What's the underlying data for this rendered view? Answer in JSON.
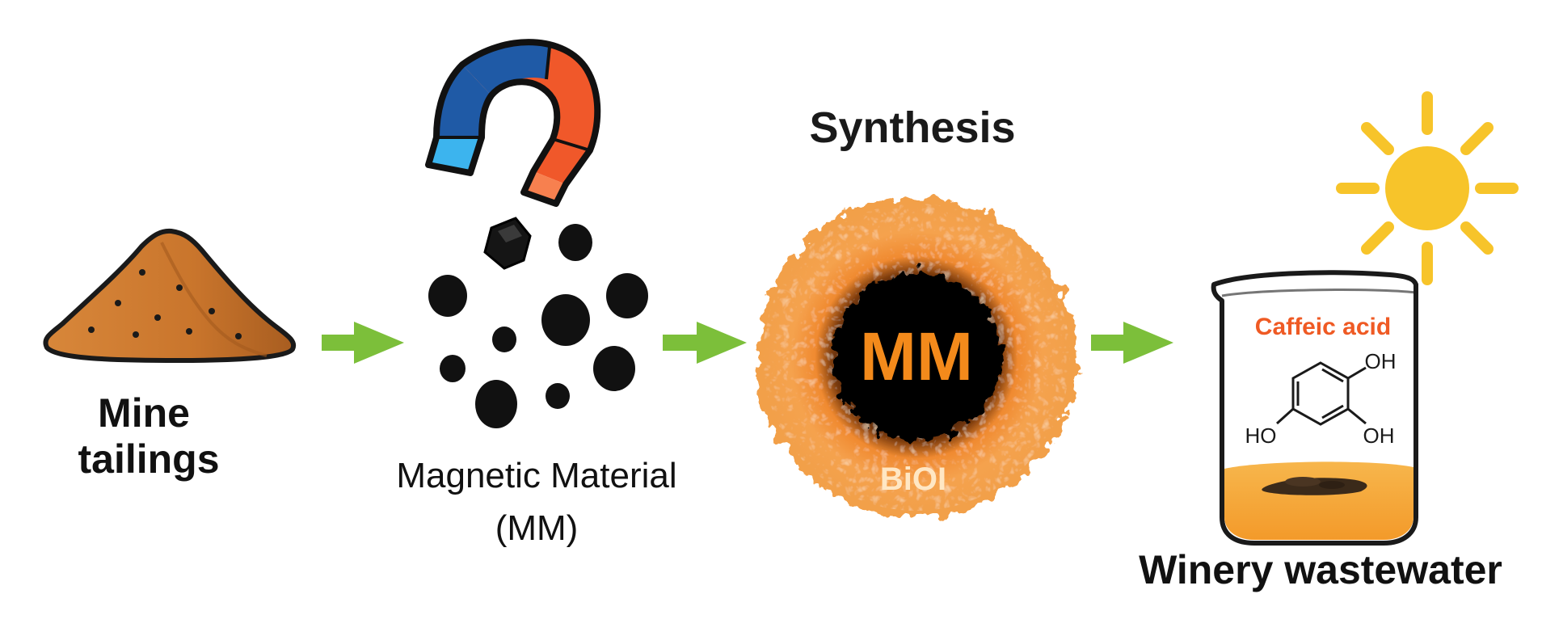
{
  "labels": {
    "mine_tailings_line1": "Mine",
    "mine_tailings_line2": "tailings",
    "magnetic_material_line1": "Magnetic Material",
    "magnetic_material_line2": "(MM)",
    "synthesis": "Synthesis",
    "core": "MM",
    "shell": "BiOI",
    "caffeic_acid": "Caffeic acid",
    "oh_top": "OH",
    "ho_left": "HO",
    "oh_right": "OH",
    "winery_wastewater": "Winery wastewater"
  },
  "colors": {
    "arrow": "#7cbf3a",
    "tailings": "#c9752c",
    "magnet_blue": "#1f5aa6",
    "magnet_red": "#f0582a",
    "core_text": "#f38a1b",
    "shell": "#f2a04a",
    "caffeic": "#ef5a24",
    "sun": "#f7c42a"
  },
  "icons": [
    "magnet-icon",
    "sun-icon",
    "beaker-icon",
    "arrow-icon"
  ]
}
